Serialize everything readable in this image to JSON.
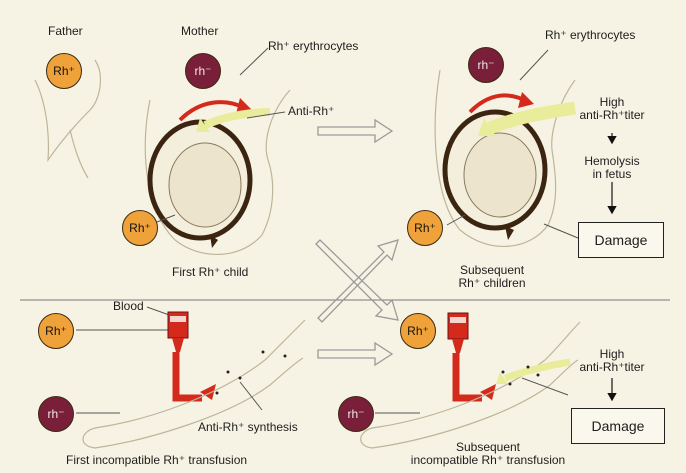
{
  "labels": {
    "father": "Father",
    "mother": "Mother",
    "rh_erythrocytes_top": "Rh⁺ erythrocytes",
    "rh_erythrocytes_right": "Rh⁺ erythrocytes",
    "anti_rh": "Anti-Rh⁺",
    "high_titer_top": [
      "High",
      "anti-Rh⁺titer"
    ],
    "hemolysis": [
      "Hemolysis",
      "in fetus"
    ],
    "first_child": "First Rh⁺ child",
    "subsequent_children": [
      "Subsequent",
      "Rh⁺ children"
    ],
    "blood": "Blood",
    "anti_rh_synthesis": "Anti-Rh⁺ synthesis",
    "high_titer_bottom": [
      "High",
      "anti-Rh⁺titer"
    ],
    "first_transfusion": "First incompatible Rh⁺ transfusion",
    "subsequent_transfusion": [
      "Subsequent",
      "incompatible Rh⁺ transfusion"
    ]
  },
  "badges": {
    "rh_pos": "Rh⁺",
    "rh_neg": "rh⁻"
  },
  "boxes": {
    "damage_top": "Damage",
    "damage_bottom": "Damage"
  },
  "colors": {
    "rh_positive": "#f0a23a",
    "rh_negative": "#7a1f3a",
    "blood": "#d42a1c",
    "antibody": "#eef0a8"
  }
}
